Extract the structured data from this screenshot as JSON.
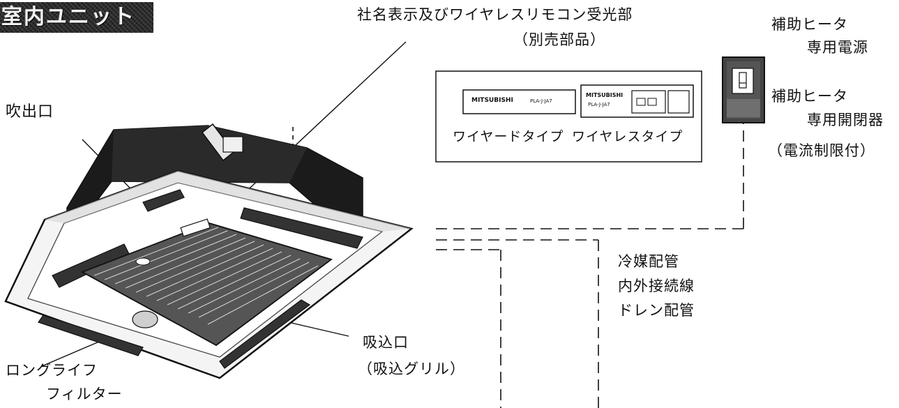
{
  "title": "室内ユニット",
  "labels": {
    "outlet": "吹出口",
    "receiver_line1": "社名表示及びワイヤレスリモコン受光部",
    "receiver_line2": "（別売部品）",
    "heater_power_line1": "補助ヒータ",
    "heater_power_line2": "専用電源",
    "heater_switch_line1": "補助ヒータ",
    "heater_switch_line2": "専用開閉器",
    "heater_switch_line3": "（電流制限付）",
    "piping_line1": "冷媒配管",
    "piping_line2": "内外接続線",
    "piping_line3": "ドレン配管",
    "intake_line1": "吸込口",
    "intake_line2": "（吸込グリル）",
    "filter_line1": "ロングライフ",
    "filter_line2": "フィルター"
  },
  "remote_panels": {
    "wired_caption": "ワイヤードタイプ",
    "wireless_caption": "ワイヤレスタイプ",
    "brand": "MITSUBISHI",
    "model": "PLA-J-JA7"
  }
}
